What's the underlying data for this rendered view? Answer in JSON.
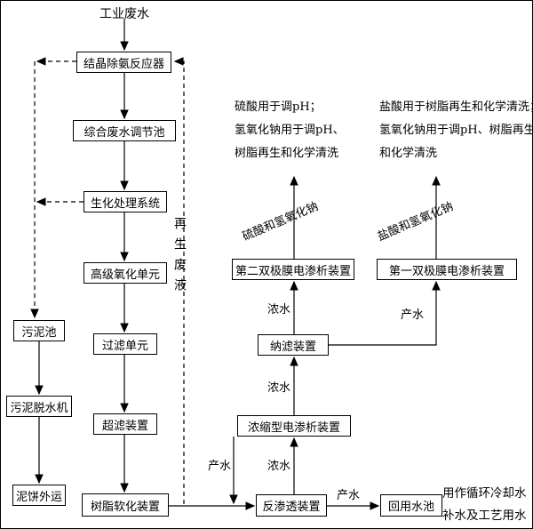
{
  "diagram": {
    "source_label": "工业废水",
    "nodes": {
      "crystallization": "结晶除氨反应器",
      "regulation": "综合废水调节池",
      "biochemical": "生化处理系统",
      "oxidation": "高级氧化单元",
      "filtration": "过滤单元",
      "ultrafiltration": "超滤装置",
      "resin_softening": "树脂软化装置",
      "sludge_tank": "污泥池",
      "sludge_dewatering": "污泥脱水机",
      "mud_cake": "泥饼外运",
      "concentrating_ed": "浓缩型电渗析装置",
      "reverse_osmosis": "反渗透装置",
      "reuse_tank": "回用水池",
      "nanofiltration": "纳滤装置",
      "bpm_ed_second": "第二双极膜电渗析装置",
      "bpm_ed_first": "第一双极膜电渗析装置"
    },
    "flow_labels": {
      "regen_waste_vertical": "再生废液",
      "ro_product": "产水",
      "conc_ed_product": "产水",
      "nf_product": "产水",
      "ro_concentrate": "浓水",
      "conc_ed_concentrate": "浓水",
      "nf_concentrate": "浓水",
      "bpm2_output": "硫酸和氢氧化钠",
      "bpm1_output": "盐酸和氢氧化钠"
    },
    "notes": {
      "sulfuric_note_lines": [
        "硫酸用于调pH；",
        "氢氧化钠用于调pH、",
        "树脂再生和化学清洗"
      ],
      "hydrochloric_note_lines": [
        "盐酸用于树脂再生和化学清洗；",
        "氢氧化钠用于调pH、树脂再生",
        "和化学清洗"
      ],
      "reuse_note_lines": [
        "用作循环冷却水",
        "补水及工艺用水"
      ]
    },
    "colors": {
      "line": "#000000",
      "background": "#ffffff"
    }
  }
}
